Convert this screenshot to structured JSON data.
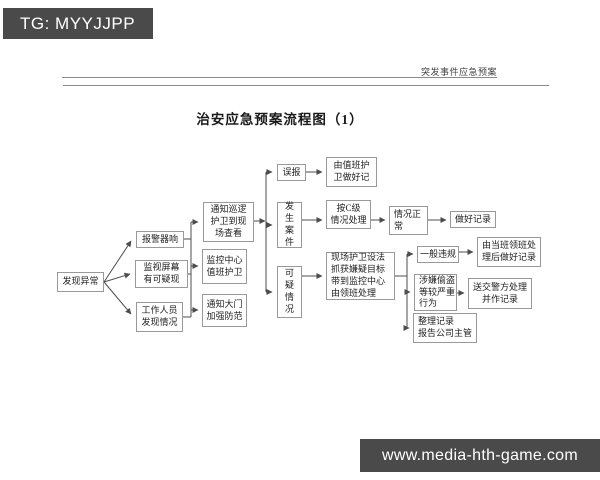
{
  "badge": {
    "text": "TG: MYYJJPP"
  },
  "header": {
    "doc_label": "突发事件应急预案"
  },
  "title": "治安应急预案流程图（1）",
  "footer": {
    "url": "www.media-hth-game.com"
  },
  "colors": {
    "badge_bg": "#4a4a4a",
    "footer_bg": "#4a4a4a",
    "box_border": "#999999",
    "connector": "#4d4d4d"
  },
  "flowchart": {
    "nodes": {
      "discover": {
        "label": "发现异常"
      },
      "alarm": {
        "label": "报警器响"
      },
      "monitor": {
        "label": "监视屏幕\n有可疑现"
      },
      "staff": {
        "label": "工作人员\n发现情况"
      },
      "notify_patrol": {
        "label": "通知巡逻\n护卫到现\n场查看"
      },
      "control_center": {
        "label": "监控中心\n值班护卫"
      },
      "notify_gate": {
        "label": "通知大门\n加强防范"
      },
      "false_alarm": {
        "label": "误报"
      },
      "duty_record": {
        "label": "由值班护\n卫做好记"
      },
      "incident": {
        "label": "发\n生\n案\n件"
      },
      "suspicious": {
        "label": "可\n疑\n情\n况"
      },
      "level_c": {
        "label": "按C级\n情况处理"
      },
      "normal": {
        "label": "情况正\n常"
      },
      "record": {
        "label": "做好记录"
      },
      "capture": {
        "label": "现场护卫设法\n抓获嫌疑目标\n带到监控中心\n由领班处理"
      },
      "violation": {
        "label": "一般违规"
      },
      "theft": {
        "label": "涉嫌偷盗\n等较严重\n行为"
      },
      "organize": {
        "label": "整理记录\n报告公司主管"
      },
      "foreman": {
        "label": "由当班领班处\n理后做好记录"
      },
      "police": {
        "label": "送交警方处理\n并作记录"
      }
    }
  }
}
